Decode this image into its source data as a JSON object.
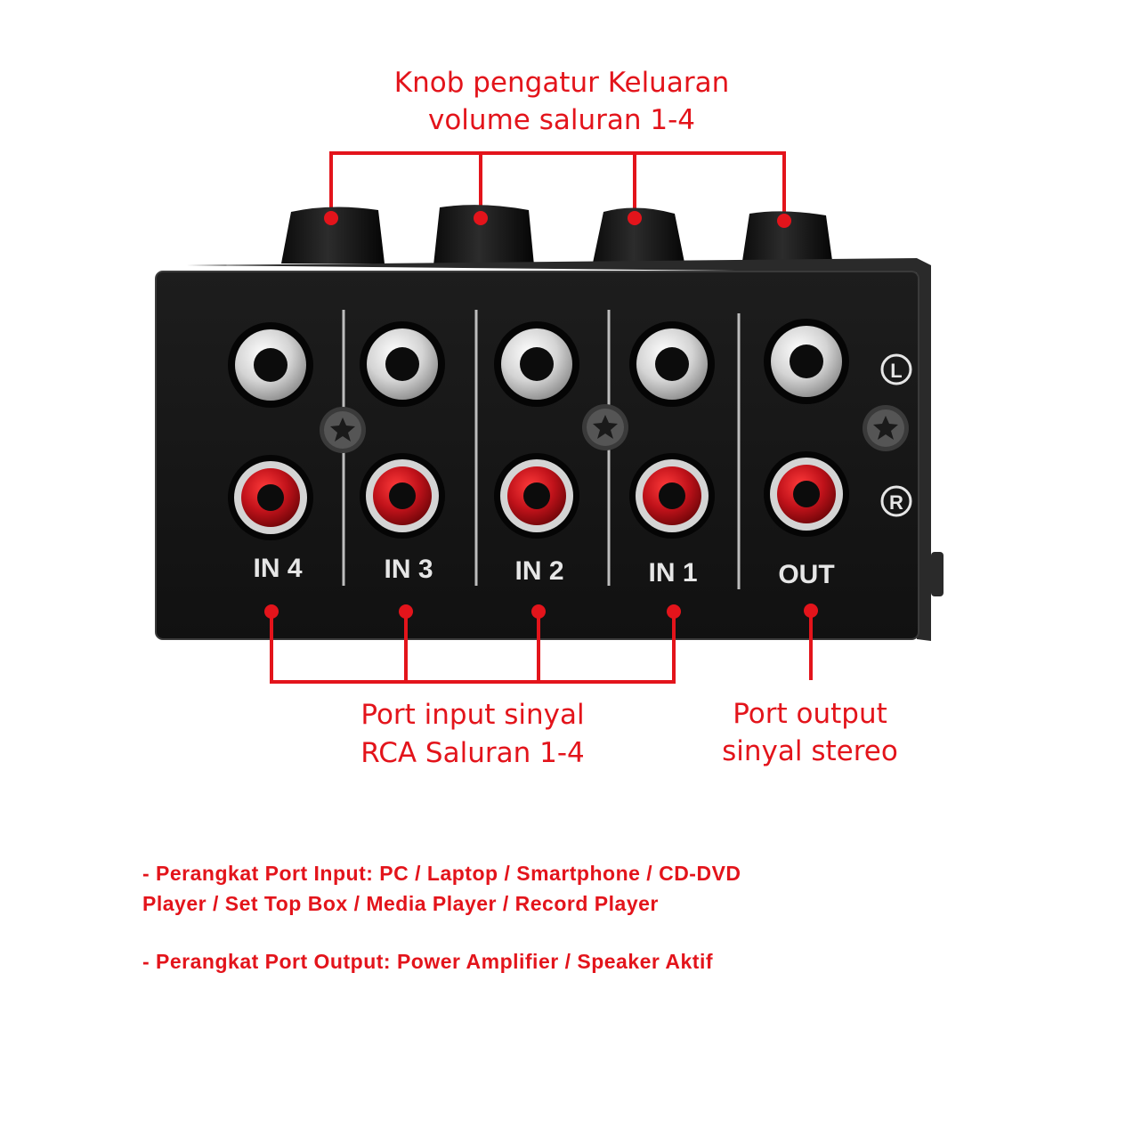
{
  "callouts": {
    "knob_line1": "Knob pengatur Keluaran",
    "knob_line2": "volume saluran 1-4",
    "input_line1": "Port input sinyal",
    "input_line2": "RCA Saluran 1-4",
    "output_line1": "Port output",
    "output_line2": "sinyal stereo"
  },
  "panel": {
    "channels": [
      "IN 4",
      "IN 3",
      "IN 2",
      "IN 1",
      "OUT"
    ],
    "left_marker": "L",
    "right_marker": "R"
  },
  "notes": {
    "input_line1": "- Perangkat Port Input: PC / Laptop / Smartphone / CD-DVD",
    "input_line2": "Player / Set Top Box / Media Player / Record Player",
    "output_line1": "- Perangkat Port Output: Power Amplifier / Speaker Aktif"
  },
  "colors": {
    "accent_red": "#e3141b",
    "device_body": "#151515",
    "jack_white": "#d9d9d9",
    "jack_red": "#b50d12"
  }
}
